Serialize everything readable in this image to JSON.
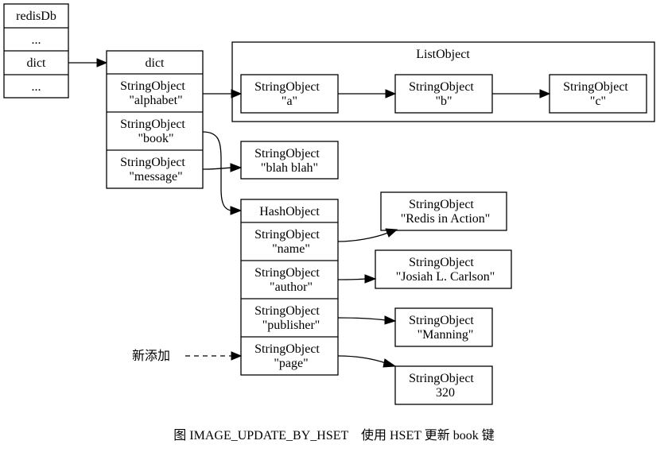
{
  "redisDb": {
    "title": "redisDb",
    "rows": [
      "...",
      "dict",
      "..."
    ]
  },
  "dict": {
    "title": "dict",
    "entries": [
      {
        "type": "StringObject",
        "value": "\"alphabet\""
      },
      {
        "type": "StringObject",
        "value": "\"book\""
      },
      {
        "type": "StringObject",
        "value": "\"message\""
      }
    ]
  },
  "list_object": {
    "title": "ListObject",
    "items": [
      {
        "type": "StringObject",
        "value": "\"a\""
      },
      {
        "type": "StringObject",
        "value": "\"b\""
      },
      {
        "type": "StringObject",
        "value": "\"c\""
      }
    ]
  },
  "message_value": {
    "type": "StringObject",
    "value": "\"blah blah\""
  },
  "hash_object": {
    "title": "HashObject",
    "fields": [
      {
        "type": "StringObject",
        "value": "\"name\""
      },
      {
        "type": "StringObject",
        "value": "\"author\""
      },
      {
        "type": "StringObject",
        "value": "\"publisher\""
      },
      {
        "type": "StringObject",
        "value": "\"page\""
      }
    ],
    "values": [
      {
        "type": "StringObject",
        "value": "\"Redis in Action\""
      },
      {
        "type": "StringObject",
        "value": "\"Josiah L. Carlson\""
      },
      {
        "type": "StringObject",
        "value": "\"Manning\""
      },
      {
        "type": "StringObject",
        "value": "320"
      }
    ]
  },
  "annotation": "新添加",
  "caption": "图 IMAGE_UPDATE_BY_HSET　使用 HSET 更新 book 键"
}
